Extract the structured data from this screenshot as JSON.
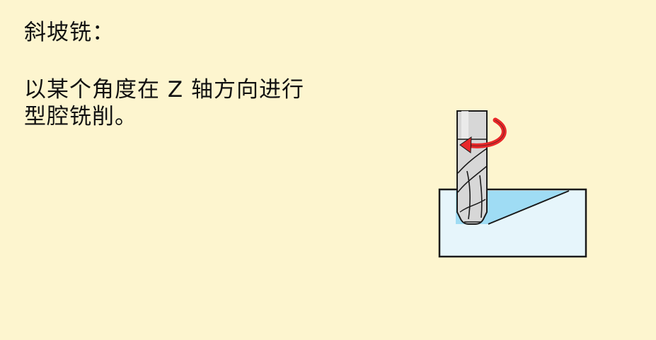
{
  "heading": {
    "title": "斜坡铣："
  },
  "description": {
    "line1": "以某个角度在 Z 轴方向进行",
    "line2": "型腔铣削。"
  },
  "diagram": {
    "workpiece_fill": "#e6f5fb",
    "pocket_fill": "#9fdcf4",
    "tool_fill": "#d7d7d7",
    "tool_highlight": "#efefef",
    "rotation_arrow_color": "#e8282a",
    "outline_color": "#1a1a1a",
    "icons": [
      "end-mill-tool",
      "rotation-arrow",
      "workpiece-block",
      "ramp-pocket"
    ]
  }
}
